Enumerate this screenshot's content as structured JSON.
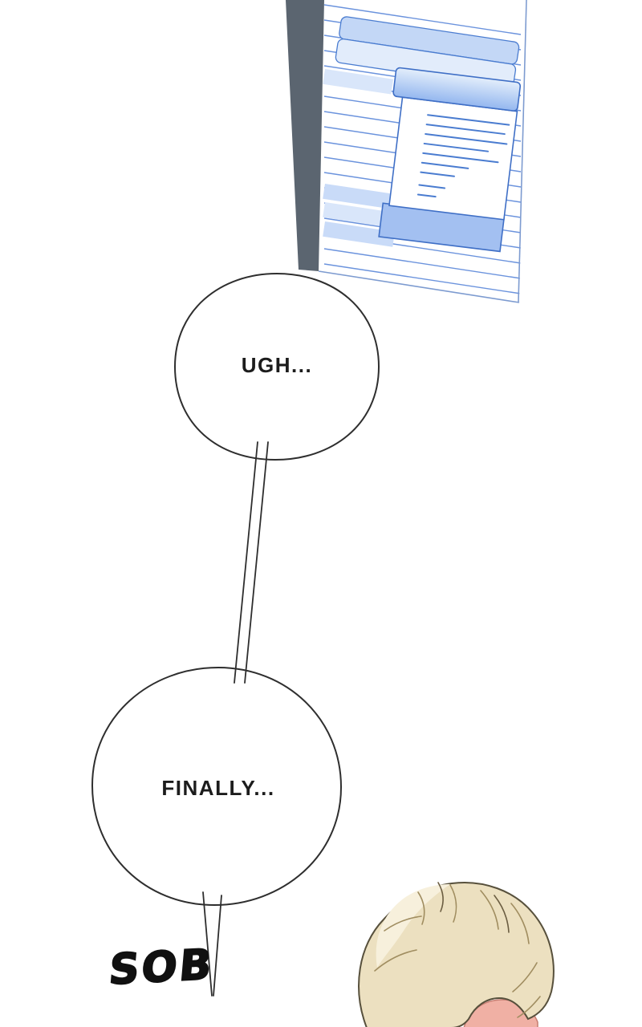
{
  "bubbles": {
    "bubble1": {
      "text": "UGH..."
    },
    "bubble2": {
      "text": "FINALLY..."
    }
  },
  "sfx": {
    "sob": "SOB"
  },
  "illustration": {
    "background": "#ffffff",
    "bubble_outline": "#2e2e2e",
    "monitor": {
      "bezel_color": "#5b6570",
      "screen_background": "#ffffff",
      "row_line_color": "#6b93dd",
      "toolbar_band_medium": "#c3d7f6",
      "toolbar_band_light": "#e2ecfb",
      "cell_light": "#d9e6fa",
      "cell_medium": "#c9dbf8",
      "dialog_border": "#3f6fc6",
      "dialog_footer_fill": "#a3c0f1",
      "doc_line_color": "#4a7cd0"
    },
    "character": {
      "hair_fill": "#ece0c0",
      "hair_highlight": "#f7f0dc",
      "hair_stroke": "#57503c",
      "strand_color": "#a08d60",
      "blush_fill": "#f0b0a4"
    }
  }
}
